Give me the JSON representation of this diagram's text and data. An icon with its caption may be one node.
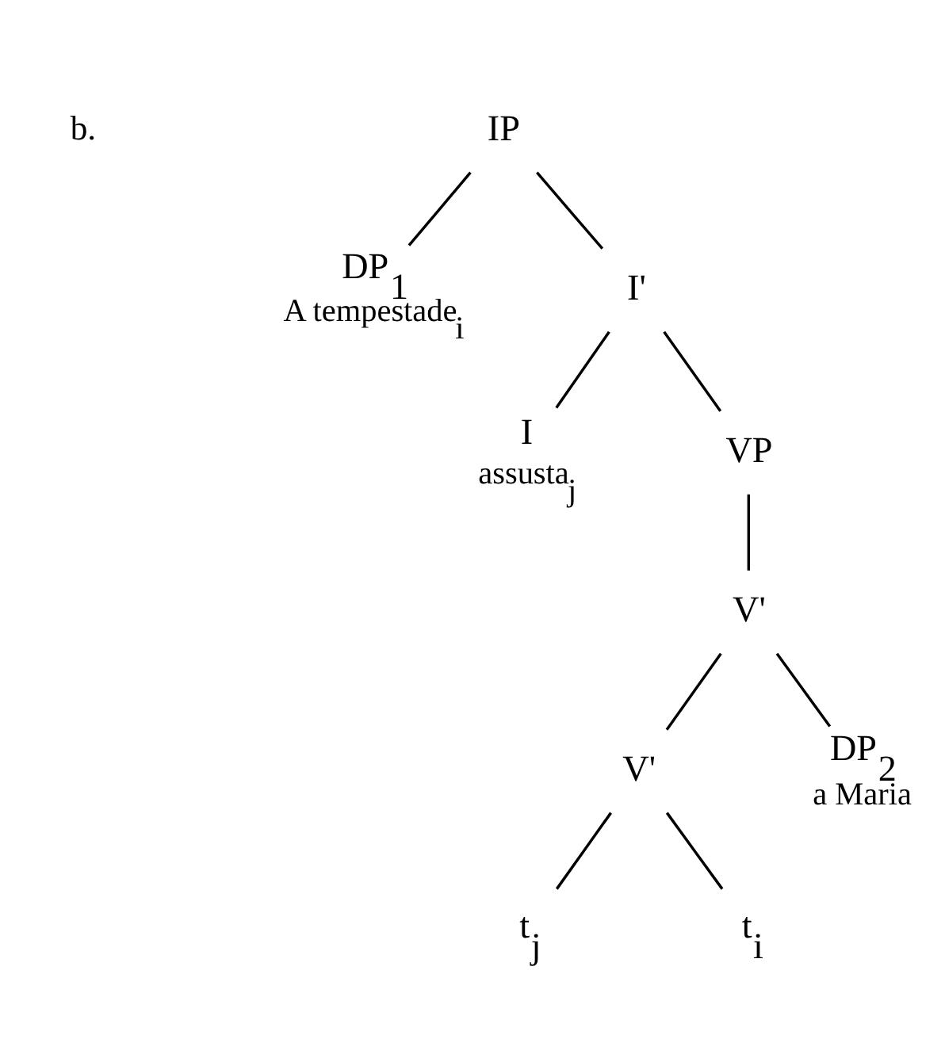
{
  "diagram": {
    "nodes": [
      {
        "text": [
          "IP"
        ]
      },
      {
        "text": [
          "DP$_{1}$"
        ],
        "beside": [
          "A tempestade$_{i}$"
        ]
      },
      {
        "text": [
          "I'"
        ]
      },
      {
        "text": [
          "I"
        ],
        "beside": [
          "assusta$_{j}$"
        ]
      },
      {
        "text": [
          "VP"
        ]
      },
      {
        "text": [
          "V'"
        ]
      },
      {
        "text": [
          "V'"
        ]
      },
      {
        "text": [
          "DP$_{2}$"
        ],
        "beside": [
          "a Maria"
        ]
      },
      {
        "text": [
          "t$_{j}$"
        ]
      },
      {
        "text": [
          "t$_{i}$"
        ]
      }
    ],
    "edges": [
      {
        "from": 0,
        "to": 1,
        "arrow": "none"
      },
      {
        "from": 0,
        "to": 2,
        "arrow": "none"
      },
      {
        "from": 2,
        "to": 3,
        "arrow": "none"
      },
      {
        "from": 2,
        "to": 4,
        "arrow": "none"
      },
      {
        "from": 4,
        "to": 5,
        "arrow": "none"
      },
      {
        "from": 5,
        "to": 6,
        "arrow": "none"
      },
      {
        "from": 5,
        "to": 7,
        "arrow": "none"
      },
      {
        "from": 6,
        "to": 8,
        "arrow": "none"
      },
      {
        "from": 6,
        "to": 9,
        "arrow": "none"
      }
    ],
    "labels": [
      "b."
    ]
  }
}
